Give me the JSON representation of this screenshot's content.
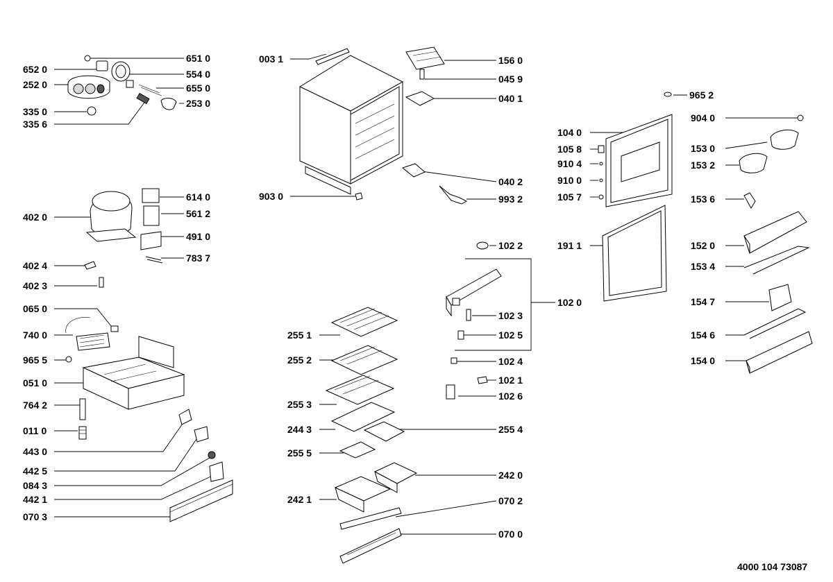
{
  "document_number": "4000 104 73087",
  "callouts": [
    "651 0",
    "652 0",
    "554 0",
    "252 0",
    "655 0",
    "253 0",
    "335 0",
    "335 6",
    "614 0",
    "561 2",
    "402 0",
    "491 0",
    "783 7",
    "402 4",
    "402 3",
    "065 0",
    "740 0",
    "965 5",
    "051 0",
    "764 2",
    "011 0",
    "443 0",
    "442 5",
    "084 3",
    "442 1",
    "070 3",
    "003 1",
    "156 0",
    "045 9",
    "040 1",
    "903 0",
    "040 2",
    "993 2",
    "102 2",
    "102 0",
    "102 3",
    "102 5",
    "102 4",
    "102 1",
    "102 6",
    "255 1",
    "255 2",
    "255 3",
    "244 3",
    "255 4",
    "255 5",
    "242 0",
    "242 1",
    "070 2",
    "070 0",
    "965 2",
    "104 0",
    "904 0",
    "105 8",
    "153 0",
    "910 4",
    "153 2",
    "910 0",
    "105 7",
    "153 6",
    "191 1",
    "152 0",
    "153 4",
    "154 7",
    "154 6",
    "154 0"
  ]
}
